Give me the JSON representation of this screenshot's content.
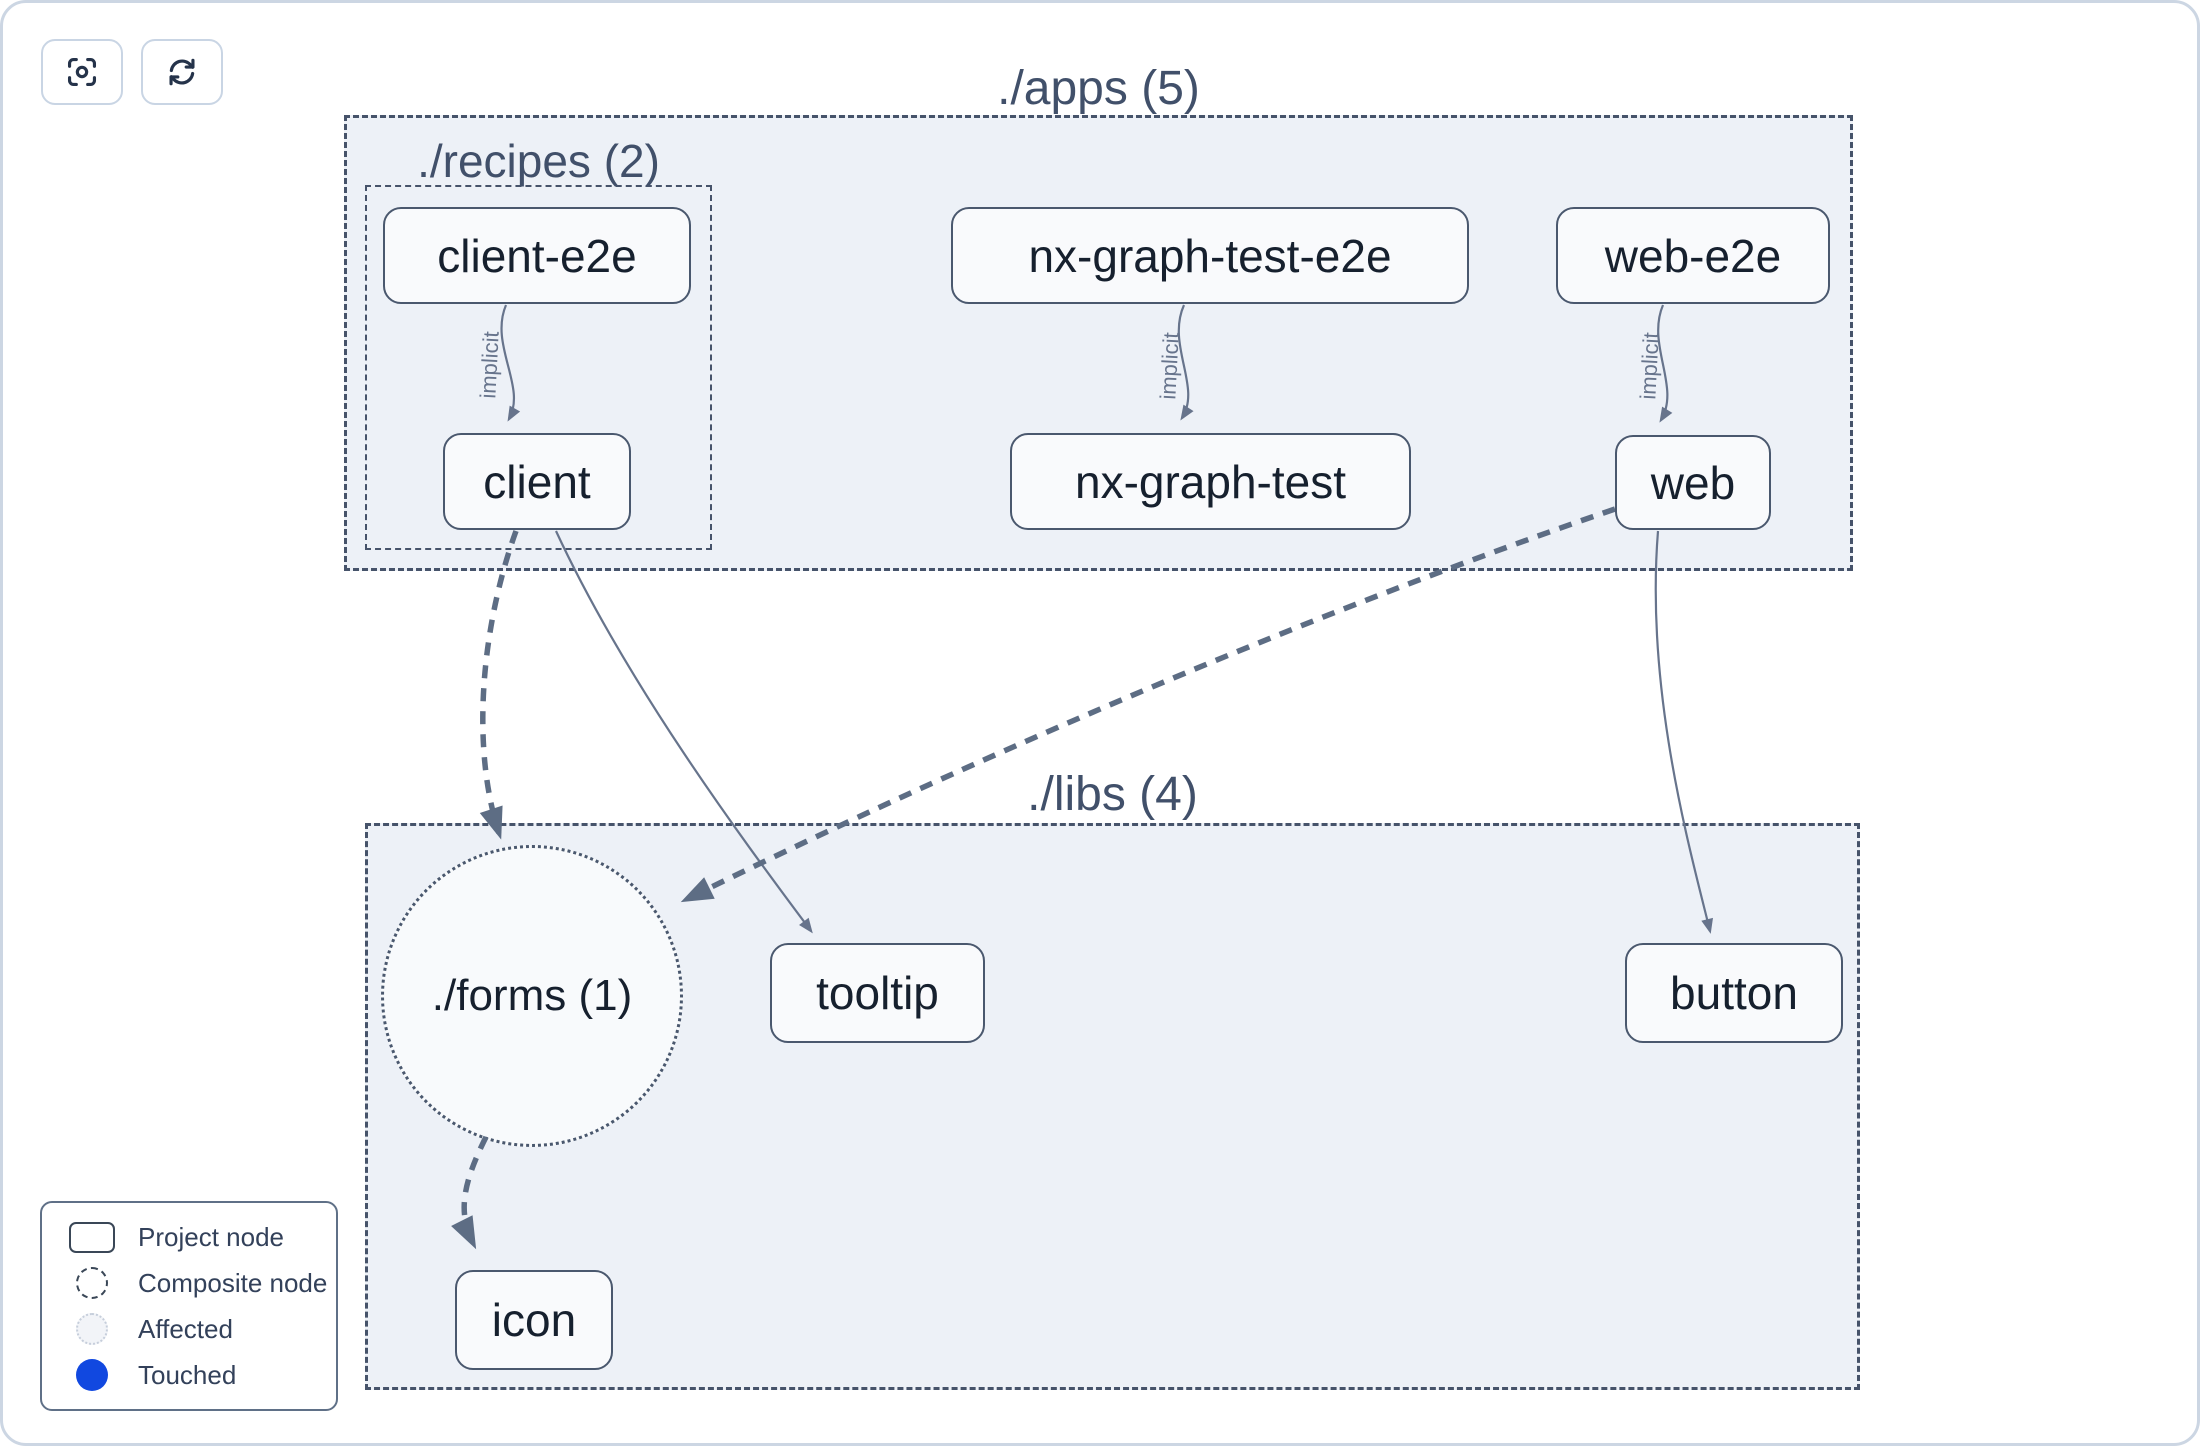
{
  "toolbar": {
    "buttons": [
      {
        "id": "center-graph",
        "icon": "focus-icon"
      },
      {
        "id": "refresh-graph",
        "icon": "refresh-icon"
      }
    ]
  },
  "graph": {
    "containers": [
      {
        "id": "apps",
        "label": "./apps (5)"
      },
      {
        "id": "recipes",
        "label": "./recipes (2)",
        "parent": "apps"
      },
      {
        "id": "libs",
        "label": "./libs (4)"
      }
    ],
    "project_nodes": [
      {
        "id": "client-e2e",
        "label": "client-e2e",
        "container": "recipes"
      },
      {
        "id": "client",
        "label": "client",
        "container": "recipes"
      },
      {
        "id": "nx-graph-test-e2e",
        "label": "nx-graph-test-e2e",
        "container": "apps"
      },
      {
        "id": "nx-graph-test",
        "label": "nx-graph-test",
        "container": "apps"
      },
      {
        "id": "web-e2e",
        "label": "web-e2e",
        "container": "apps"
      },
      {
        "id": "web",
        "label": "web",
        "container": "apps"
      },
      {
        "id": "tooltip",
        "label": "tooltip",
        "container": "libs"
      },
      {
        "id": "button",
        "label": "button",
        "container": "libs"
      },
      {
        "id": "icon",
        "label": "icon",
        "container": "libs"
      }
    ],
    "composite_nodes": [
      {
        "id": "forms",
        "label": "./forms (1)",
        "container": "libs"
      }
    ],
    "edges": [
      {
        "source": "client-e2e",
        "target": "client",
        "label": "implicit",
        "style": "thin"
      },
      {
        "source": "nx-graph-test-e2e",
        "target": "nx-graph-test",
        "label": "implicit",
        "style": "thin"
      },
      {
        "source": "web-e2e",
        "target": "web",
        "label": "implicit",
        "style": "thin"
      },
      {
        "source": "client",
        "target": "tooltip",
        "label": "",
        "style": "thin"
      },
      {
        "source": "web",
        "target": "button",
        "label": "",
        "style": "thin"
      },
      {
        "source": "client",
        "target": "forms",
        "label": "",
        "style": "dashed"
      },
      {
        "source": "web",
        "target": "forms",
        "label": "",
        "style": "dashed"
      },
      {
        "source": "forms",
        "target": "icon",
        "label": "",
        "style": "dashed"
      }
    ]
  },
  "legend": {
    "items": [
      {
        "label": "Project node",
        "icon": "project-node-icon"
      },
      {
        "label": "Composite node",
        "icon": "composite-node-icon"
      },
      {
        "label": "Affected",
        "icon": "affected-icon"
      },
      {
        "label": "Touched",
        "icon": "touched-icon",
        "color": "#1148e0"
      }
    ]
  },
  "colors": {
    "touched": "#1148e0",
    "container_fill": "#edf1f7",
    "node_border": "#4a586e",
    "edge": "#67748c"
  }
}
